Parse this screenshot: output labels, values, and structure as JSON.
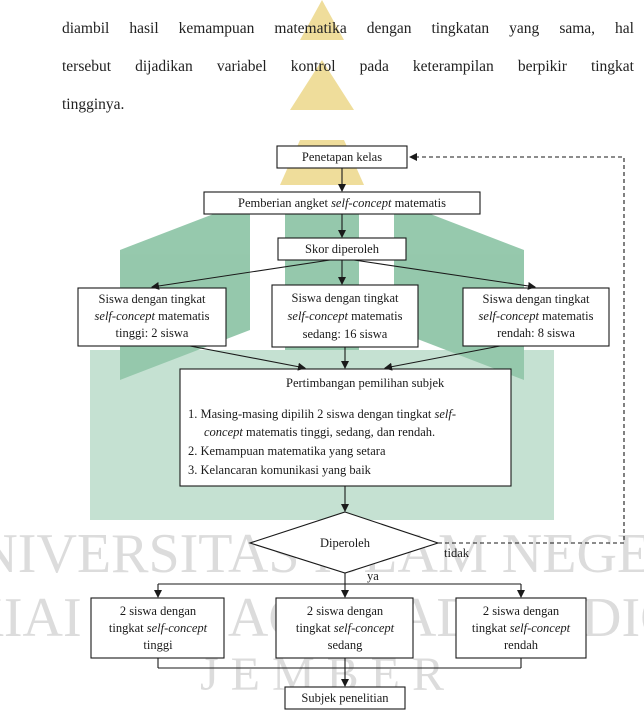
{
  "paragraph": {
    "line1": "diambil hasil kemampuan matematika dengan tingkatan yang sama, hal",
    "line2": "tersebut dijadikan variabel kontrol pada keterampilan berpikir tingkat",
    "line3": "tingginya."
  },
  "watermark": {
    "line1": "UNIVERSITAS ISLAM NEGERI",
    "line2": "KIAI HAJI ACHMAD SIDDIQ",
    "line3": "J E M B E R"
  },
  "flowchart": {
    "penetapan": "Penetapan kelas",
    "pemberian_pre": "Pemberian angket ",
    "pemberian_italic": "self-concept",
    "pemberian_post": " matematis",
    "skor": "Skor diperoleh",
    "tinggi_l1": "Siswa dengan tingkat",
    "tinggi_l2_italic": "self-concept",
    "tinggi_l2_post": " matematis",
    "tinggi_l3": "tinggi: 2 siswa",
    "sedang_l1": "Siswa dengan tingkat",
    "sedang_l2_italic": "self-concept",
    "sedang_l2_post": " matematis",
    "sedang_l3": "sedang: 16 siswa",
    "rendah_l1": "Siswa dengan tingkat",
    "rendah_l2_italic": "self-concept",
    "rendah_l2_post": " matematis",
    "rendah_l3": "rendah: 8 siswa",
    "pertimbangan_title": "Pertimbangan pemilihan subjek",
    "item1_l1_pre": "1. Masing-masing dipilih 2 siswa dengan tingkat ",
    "item1_l1_italic": "self-",
    "item1_l2_italic": "concept",
    "item1_l2_post": " matematis tinggi, sedang, dan rendah.",
    "item2": "2. Kemampuan matematika yang setara",
    "item3": "3. Kelancaran komunikasi yang baik",
    "diperoleh": "Diperoleh",
    "tidak": "tidak",
    "ya": "ya",
    "res_tinggi_l1": "2 siswa dengan",
    "res_tinggi_l2_pre": "tingkat ",
    "res_tinggi_l2_italic": "self-concept",
    "res_tinggi_l3": "tinggi",
    "res_sedang_l1": "2 siswa dengan",
    "res_sedang_l2_pre": "tingkat ",
    "res_sedang_l2_italic": "self-concept",
    "res_sedang_l3": "sedang",
    "res_rendah_l1": "2 siswa dengan",
    "res_rendah_l2_pre": "tingkat ",
    "res_rendah_l2_italic": "self-concept",
    "res_rendah_l3": "rendah",
    "subjek": "Subjek penelitian"
  },
  "colors": {
    "watermark_green": "#3f9c6a",
    "watermark_gold": "#e2c24a",
    "watermark_text": "#dcdcdc"
  }
}
